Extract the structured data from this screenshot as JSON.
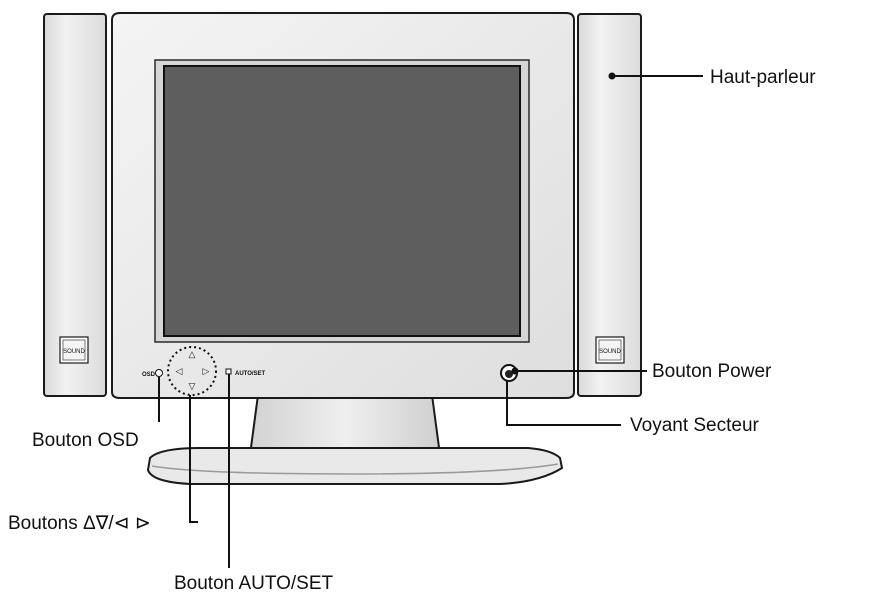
{
  "callouts": {
    "speaker": "Haut-parleur",
    "power_button": "Bouton Power",
    "power_indicator": "Voyant Secteur",
    "osd_button": "Bouton OSD",
    "arrow_buttons": "Boutons Δ∇/⊲ ⊳",
    "auto_set_button": "Bouton AUTO/SET"
  },
  "panel_labels": {
    "sound_left": "SOUND",
    "sound_right": "SOUND",
    "osd": "OSD",
    "auto_set": "AUTO/SET"
  },
  "colors": {
    "screen": "#5e5e5e",
    "bezel": "#ebebeb",
    "speaker": "#e6e6e6",
    "outline": "#1a1a1a"
  }
}
